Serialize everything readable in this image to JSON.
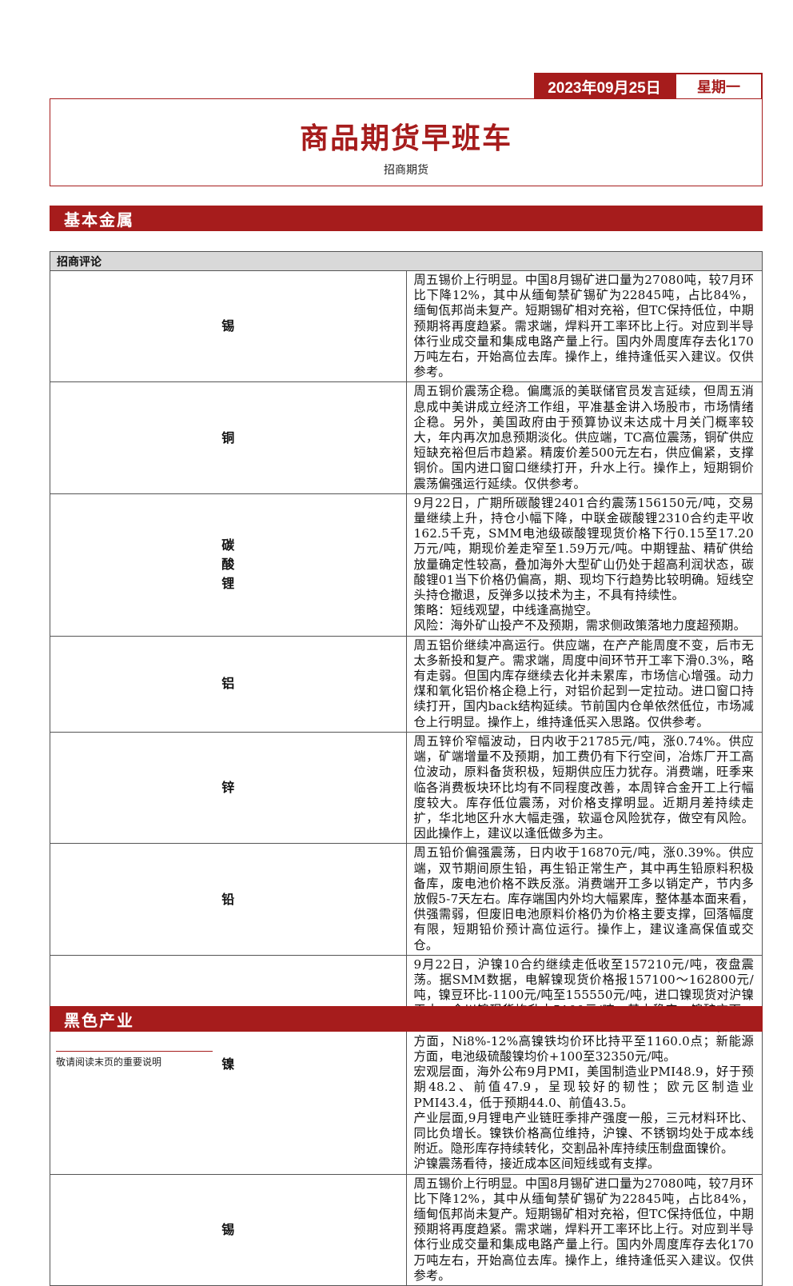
{
  "header": {
    "date": "2023年09月25日",
    "weekday": "星期一",
    "title": "商品期货早班车",
    "publisher": "招商期货"
  },
  "sections": {
    "basic_metals": "基本金属",
    "ferrous": "黑色产业"
  },
  "table": {
    "header": "招商评论",
    "rows": [
      {
        "metal": "锡",
        "paragraphs": [
          "周五锡价上行明显。中国8月锡矿进口量为27080吨，较7月环比下降12%，其中从缅甸禁矿锡矿为22845吨，占比84%，缅甸佤邦尚未复产。短期锡矿相对充裕，但TC保持低位，中期预期将再度趋紧。需求端，焊料开工率环比上行。对应到半导体行业成交量和集成电路产量上行。国内外周度库存去化170万吨左右，开始高位去库。操作上，维持逢低买入建议。仅供参考。"
        ]
      },
      {
        "metal": "铜",
        "paragraphs": [
          "周五铜价震荡企稳。偏鹰派的美联储官员发言延续，但周五消息成中美讲成立经济工作组，平准基金讲入场股市，市场情绪企稳。另外，美国政府由于预算协议未达成十月关门概率较大，年内再次加息预期淡化。供应端，TC高位震荡，铜矿供应短缺充裕但后市趋紧。精废价差500元左右，供应偏紧，支撑铜价。国内进口窗口继续打开，升水上行。操作上，短期铜价震荡偏强运行延续。仅供参考。"
        ]
      },
      {
        "metal": "碳酸锂",
        "paragraphs": [
          "9月22日，广期所碳酸锂2401合约震荡156150元/吨，交易量继续上升，持仓小幅下降，中联金碳酸锂2310合约走平收162.5千克，SMM电池级碳酸锂现货价格下行0.15至17.20万元/吨，期现价差走窄至1.59万元/吨。中期锂盐、精矿供给放量确定性较高，叠加海外大型矿山仍处于超高利润状态，碳酸锂01当下价格仍偏高，期、现均下行趋势比较明确。短线空头持仓撤退，反弹多以技术为主，不具有持续性。",
          "策略：短线观望，中线逢高抛空。",
          "风险：海外矿山投产不及预期，需求侧政策落地力度超预期。"
        ]
      },
      {
        "metal": "铝",
        "paragraphs": [
          "周五铝价继续冲高运行。供应端，在产产能周度不变，后市无太多新投和复产。需求端，周度中间环节开工率下滑0.3%，略有走弱。但国内库存继续去化并未累库，市场信心增强。动力煤和氧化铝价格企稳上行，对铝价起到一定拉动。进口窗口持续打开，国内back结构延续。节前国内仓单依然低位，市场减仓上行明显。操作上，维持逢低买入思路。仅供参考。"
        ]
      },
      {
        "metal": "锌",
        "paragraphs": [
          "周五锌价窄幅波动，日内收于21785元/吨，涨0.74%。供应端，矿端增量不及预期，加工费仍有下行空间，冶炼厂开工高位波动，原料备货积极，短期供应压力犹存。消费端，旺季来临各消费板块环比均有不同程度改善，本周锌合金开工上行幅度较大。库存低位震荡，对价格支撑明显。近期月差持续走扩，华北地区升水大幅走强，软逼仓风险犹存，做空有风险。因此操作上，建议以逢低做多为主。"
        ]
      },
      {
        "metal": "铅",
        "paragraphs": [
          "周五铅价偏强震荡，日内收于16870元/吨，涨0.39%。供应端，双节期间原生铅，再生铅正常生产，其中再生铅原料积极备库，废电池价格不跌反涨。消费端开工多以销定产，节内多放假5-7天左右。库存端国内外均大幅累库，整体基本面来看，供强需弱，但废旧电池原料价格仍为价格主要支撑，回落幅度有限，短期铅价预计高位运行。操作上，建议逢高保值或交仓。"
        ]
      },
      {
        "metal": "镍",
        "paragraphs": [
          "9月22日，沪镍10合约继续走低收至157210元/吨，夜盘震荡。据SMM数据，电解镍现货价格报157100～162800元/吨，镍豆环比-1100元/吨至155550元/吨，进口镍现货对沪镍平水，金川镍现货均升水5100元/吨，基本稳定。镍矿方面，菲律宾进口红土镍矿1.5%CIF环比持平65.0美元/湿吨；镍铁方面，Ni8%-12%高镍铁均价环比持平至1160.0点；新能源方面，电池级硫酸镍均价+100至32350元/吨。",
          "宏观层面，海外公布9月PMI，美国制造业PMI48.9，好于预期48.2、前值47.9，呈现较好的韧性；欧元区制造业PMI43.4，低于预期44.0、前值43.5。",
          "产业层面,9月锂电产业链旺季排产强度一般，三元材料环比、同比负增长。镍铁价格高位维持，沪镍、不锈钢均处于成本线附近。隐形库存持续转化，交割品补库持续压制盘面镍价。",
          "沪镍震荡看待，接近成本区间短线或有支撑。"
        ]
      },
      {
        "metal": "锡",
        "paragraphs": [
          "周五锡价上行明显。中国8月锡矿进口量为27080吨，较7月环比下降12%，其中从缅甸禁矿锡矿为22845吨，占比84%，缅甸佤邦尚未复产。短期锡矿相对充裕，但TC保持低位，中期预期将再度趋紧。需求端，焊料开工率环比上行。对应到半导体行业成交量和集成电路产量上行。国内外周度库存去化170万吨左右，开始高位去库。操作上，维持逢低买入建议。仅供参考。"
        ]
      }
    ]
  },
  "footer": {
    "note": "敬请阅读末页的重要说明"
  }
}
